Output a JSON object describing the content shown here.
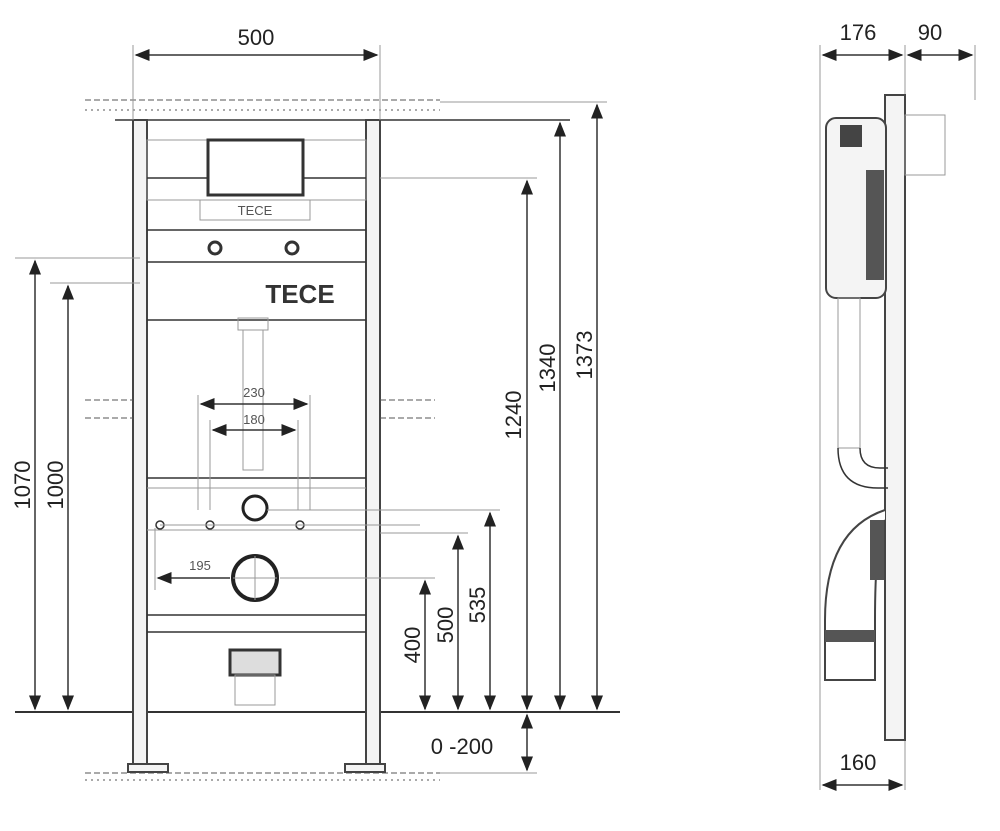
{
  "front_view": {
    "width_label": "500",
    "logo": "TECE",
    "small_logo": "TECE",
    "dims": {
      "h1070": "1070",
      "h1000": "1000",
      "w230": "230",
      "w180": "180",
      "w195": "195",
      "h400": "400",
      "h500": "500",
      "h535": "535",
      "h1240": "1240",
      "h1340": "1340",
      "h1373": "1373",
      "adjust": "0 -200"
    }
  },
  "side_view": {
    "depth_label": "176",
    "plate_label": "90",
    "bottom_label": "160"
  }
}
